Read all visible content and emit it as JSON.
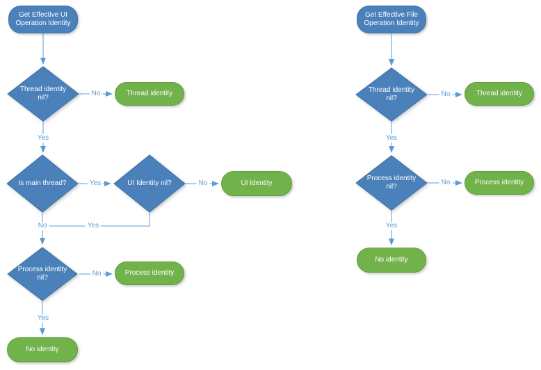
{
  "edge_labels": {
    "yes": "Yes",
    "no": "No"
  },
  "colors": {
    "blue_fill": "#4B81BA",
    "blue_border": "#3D6FA6",
    "green_fill": "#71B24B",
    "green_border": "#5F9C3D",
    "connector": "#5B9BD5",
    "node_text": "#FFFFFF",
    "background": "#FFFFFF"
  },
  "left_flow": {
    "start": "Get Effective UI Operation Identity",
    "thread_decision": "Thread identity nil?",
    "thread_result": "Thread identity",
    "main_thread_decision": "Is main thread?",
    "ui_decision": "UI Identity nil?",
    "ui_result": "UI Identity",
    "process_decision": "Process identity nil?",
    "process_result": "Process identity",
    "no_identity_result": "No identity"
  },
  "right_flow": {
    "start": "Get Effective File Operation Identity",
    "thread_decision": "Thread identity nil?",
    "thread_result": "Thread identity",
    "process_decision": "Process identity nil?",
    "process_result": "Process identity",
    "no_identity_result": "No identity"
  }
}
